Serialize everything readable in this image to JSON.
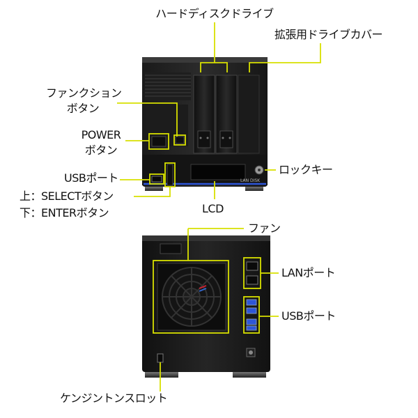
{
  "front_labels": {
    "hdd": "ハードディスクドライブ",
    "expansion_cover": "拡張用ドライブカバー",
    "function_button_line1": "ファンクション",
    "function_button_line2": "ボタン",
    "power_button_line1": "POWER",
    "power_button_line2": "ボタン",
    "usb_port": "USBポート",
    "select_button": "上：SELECTボタン",
    "enter_button": "下：ENTERボタン",
    "lcd": "LCD",
    "lock_key": "ロックキー"
  },
  "rear_labels": {
    "fan": "ファン",
    "lan_port": "LANポート",
    "usb_port": "USBポート",
    "kensington_slot": "ケンジントンスロット"
  },
  "device_markings": {
    "brand": "LAN DISK"
  },
  "colors": {
    "callout": "#d8e000",
    "device_body": "#262626",
    "accent_blue": "#2e56d8"
  }
}
